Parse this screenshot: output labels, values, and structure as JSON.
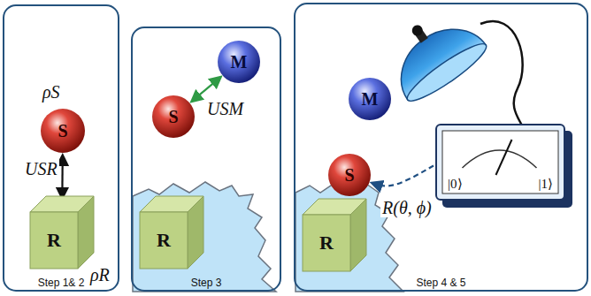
{
  "diagram": {
    "nodes": [
      {
        "text": [
          "Step 1& 2"
        ]
      },
      {
        "text": [
          "S"
        ],
        "in": 0
      },
      {
        "text": [
          "R"
        ],
        "in": 0
      },
      {
        "text": [
          "Step 3"
        ]
      },
      {
        "text": [
          "S"
        ],
        "in": 3
      },
      {
        "text": [
          "M"
        ],
        "in": 3
      },
      {
        "text": [
          "R"
        ],
        "in": 3
      },
      {
        "text": [
          "Step 4 & 5"
        ]
      },
      {
        "text": [
          "M"
        ],
        "in": 7
      },
      {
        "text": [
          "S"
        ],
        "in": 7
      },
      {
        "text": [
          "R"
        ],
        "in": 7
      },
      {
        "text": [
          "|0⟩",
          "|1⟩"
        ],
        "in": 7
      }
    ],
    "edges": [
      {
        "from": 1,
        "to": 2,
        "arrow": "both",
        "label": "USR"
      },
      {
        "from": 4,
        "to": 5,
        "arrow": "both",
        "label": "USM"
      },
      {
        "from": 11,
        "to": 9,
        "arrow": "to",
        "label": "R(θ, ϕ)"
      }
    ],
    "labels": [
      "ρS",
      "ρR"
    ]
  }
}
